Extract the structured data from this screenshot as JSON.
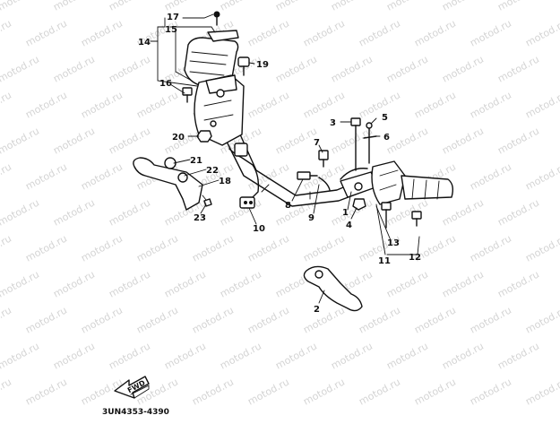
{
  "diagram": {
    "watermark_text": "motod.ru",
    "part_code": "3UN4353-4390",
    "fwd_label": "FWD",
    "callouts": [
      "1",
      "2",
      "3",
      "4",
      "5",
      "6",
      "7",
      "8",
      "9",
      "10",
      "11",
      "12",
      "13",
      "14",
      "15",
      "16",
      "17",
      "18",
      "19",
      "20",
      "21",
      "22",
      "23"
    ]
  }
}
